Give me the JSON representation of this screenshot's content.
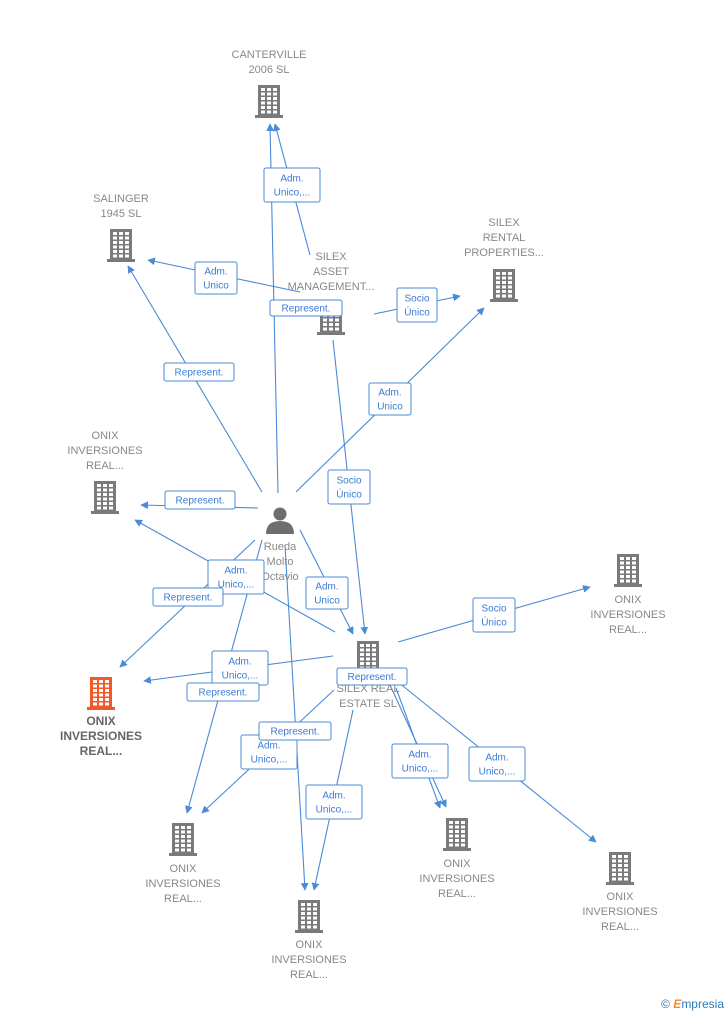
{
  "colors": {
    "edge": "#4a8ad6",
    "company": "#7a7a7a",
    "highlight": "#f05a28",
    "person": "#6e6e6e"
  },
  "nodes": [
    {
      "id": "canterville",
      "type": "company",
      "lines": [
        "CANTERVILLE",
        "2006 SL"
      ]
    },
    {
      "id": "salinger",
      "type": "company",
      "lines": [
        "SALINGER",
        "1945 SL"
      ]
    },
    {
      "id": "silex_asset",
      "type": "company",
      "lines": [
        "SILEX",
        "ASSET",
        "MANAGEMENT..."
      ]
    },
    {
      "id": "silex_rental",
      "type": "company",
      "lines": [
        "SILEX",
        "RENTAL",
        "PROPERTIES..."
      ]
    },
    {
      "id": "onix_a",
      "type": "company",
      "lines": [
        "ONIX",
        "INVERSIONES",
        "REAL..."
      ]
    },
    {
      "id": "rueda",
      "type": "person",
      "lines": [
        "Rueda",
        "Molto",
        "Octavio"
      ]
    },
    {
      "id": "onix_main",
      "type": "highlight",
      "lines": [
        "ONIX",
        "INVERSIONES",
        "REAL..."
      ]
    },
    {
      "id": "onix_b",
      "type": "company",
      "lines": [
        "ONIX",
        "INVERSIONES",
        "REAL..."
      ]
    },
    {
      "id": "silex_real",
      "type": "company",
      "lines": [
        "SILEX REAL",
        "ESTATE  SL"
      ]
    },
    {
      "id": "onix_c",
      "type": "company",
      "lines": [
        "ONIX",
        "INVERSIONES",
        "REAL..."
      ]
    },
    {
      "id": "onix_d",
      "type": "company",
      "lines": [
        "ONIX",
        "INVERSIONES",
        "REAL..."
      ]
    },
    {
      "id": "onix_e",
      "type": "company",
      "lines": [
        "ONIX",
        "INVERSIONES",
        "REAL..."
      ]
    },
    {
      "id": "onix_f",
      "type": "company",
      "lines": [
        "ONIX",
        "INVERSIONES",
        "REAL..."
      ]
    }
  ],
  "edges": [
    {
      "from": "rueda",
      "to": "canterville",
      "label": [
        "Represent."
      ]
    },
    {
      "from": "silex_asset",
      "to": "canterville",
      "label": [
        "Adm.",
        "Unico,..."
      ]
    },
    {
      "from": "rueda",
      "to": "salinger",
      "label": [
        "Represent."
      ]
    },
    {
      "from": "silex_asset",
      "to": "salinger",
      "label": [
        "Adm.",
        "Unico"
      ]
    },
    {
      "from": "silex_asset",
      "to": "silex_rental",
      "label": [
        "Socio",
        "Único"
      ]
    },
    {
      "from": "rueda",
      "to": "silex_rental",
      "label": [
        "Adm.",
        "Unico"
      ]
    },
    {
      "from": "silex_asset",
      "to": "silex_real",
      "label": [
        "Socio",
        "Único"
      ]
    },
    {
      "from": "rueda",
      "to": "onix_a",
      "label": [
        "Represent."
      ]
    },
    {
      "from": "silex_real",
      "to": "onix_a",
      "label": [
        "Adm.",
        "Unico,..."
      ]
    },
    {
      "from": "rueda",
      "to": "onix_main",
      "label": [
        "Represent."
      ]
    },
    {
      "from": "silex_real",
      "to": "onix_main",
      "label": [
        "Adm.",
        "Unico,..."
      ]
    },
    {
      "from": "rueda",
      "to": "silex_real",
      "label": [
        "Adm.",
        "Unico"
      ]
    },
    {
      "from": "silex_real",
      "to": "onix_c",
      "label": [
        "Socio",
        "Único"
      ]
    },
    {
      "from": "rueda",
      "to": "onix_b",
      "label": [
        "Represent."
      ]
    },
    {
      "from": "silex_real",
      "to": "onix_b",
      "label": [
        "Adm.",
        "Unico,..."
      ]
    },
    {
      "from": "rueda",
      "to": "onix_d",
      "label": [
        "Represent."
      ]
    },
    {
      "from": "silex_real",
      "to": "onix_d",
      "label": [
        "Adm.",
        "Unico,..."
      ]
    },
    {
      "from": "rueda",
      "to": "onix_e",
      "label": [
        "Represent."
      ]
    },
    {
      "from": "silex_real",
      "to": "onix_e",
      "label": [
        "Adm.",
        "Unico,..."
      ]
    },
    {
      "from": "silex_real",
      "to": "onix_f",
      "label": [
        "Adm.",
        "Unico,..."
      ]
    }
  ],
  "footer": {
    "copyright": "©",
    "brand_initial": "E",
    "brand_rest": "mpresia"
  }
}
